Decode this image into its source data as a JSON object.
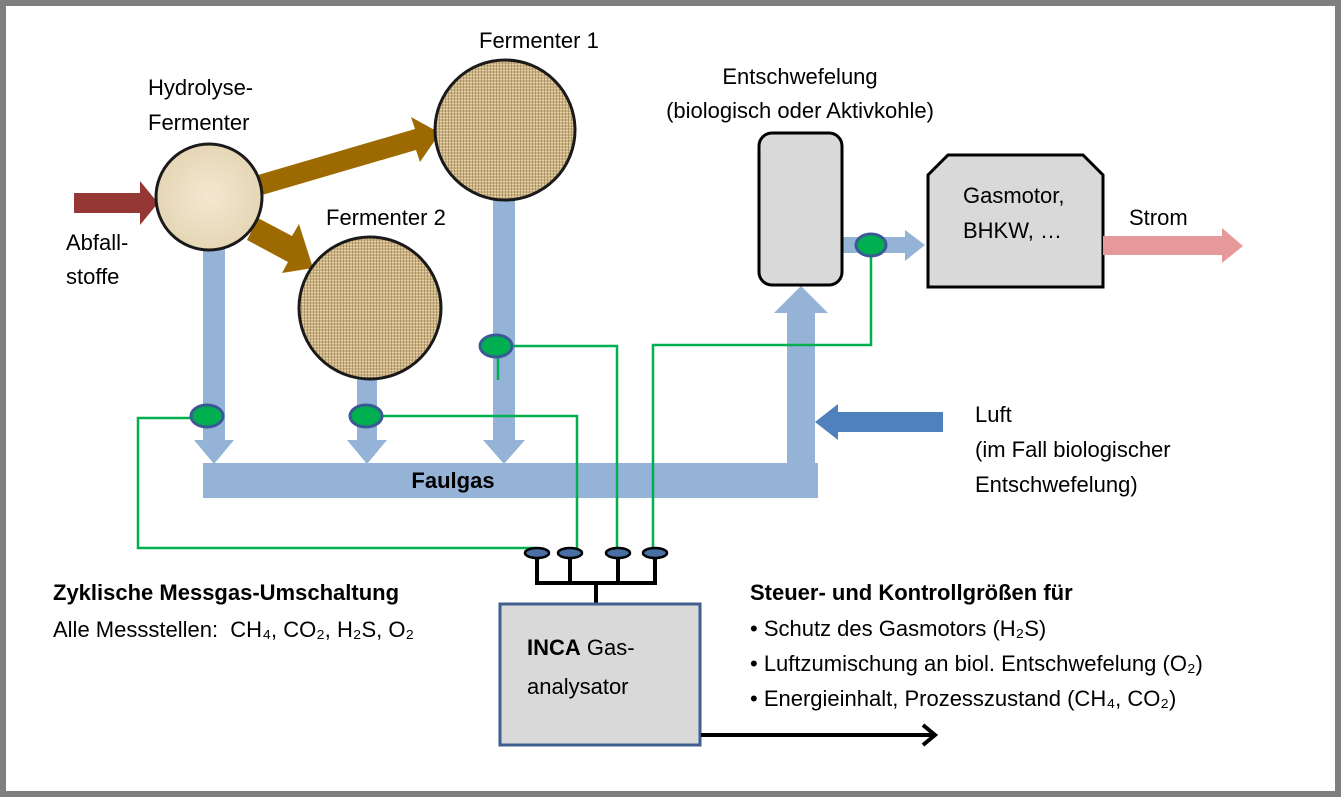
{
  "nodes": {
    "hydrolyse": {
      "line1": "Hydrolyse-",
      "line2": "Fermenter"
    },
    "fermenter1": "Fermenter 1",
    "fermenter2": "Fermenter 2",
    "input": {
      "line1": "Abfall-",
      "line2": "stoffe"
    },
    "entschwefelung": {
      "line1": "Entschwefelung",
      "line2": "(biologisch oder Aktivkohle)"
    },
    "gasmotor": {
      "line1": "Gasmotor,",
      "line2": "BHKW, …"
    },
    "strom": "Strom",
    "faulgas": "Faulgas",
    "luft": {
      "line1": "Luft",
      "line2": "(im Fall biologischer",
      "line3": "Entschwefelung)"
    },
    "analyzer": {
      "brand": "INCA",
      "line1_rest": " Gas-",
      "line2": "analysator"
    }
  },
  "left_caption": {
    "title": "Zyklische Messgas-Umschaltung",
    "text": "Alle Messstellen:  CH₄, CO₂, H₂S, O₂"
  },
  "right_caption": {
    "title": "Steuer- und Kontrollgrößen für",
    "items": [
      "• Schutz des Gasmotors (H₂S)",
      "• Luftzumischung an biol. Entschwefelung (O₂)",
      "• Energieinhalt, Prozesszustand (CH₄, CO₂)"
    ]
  },
  "colors": {
    "frame": "#7f7f7f",
    "input_arrow": "#953735",
    "substrate_arrow": "#9c6a00",
    "gas_pipe": "#95b3d7",
    "air_arrow": "#4f81bd",
    "power_arrow": "#e6999a",
    "sensor": "#00b050",
    "sensor_line": "#00b050",
    "box_fill": "#d9d9d9"
  }
}
